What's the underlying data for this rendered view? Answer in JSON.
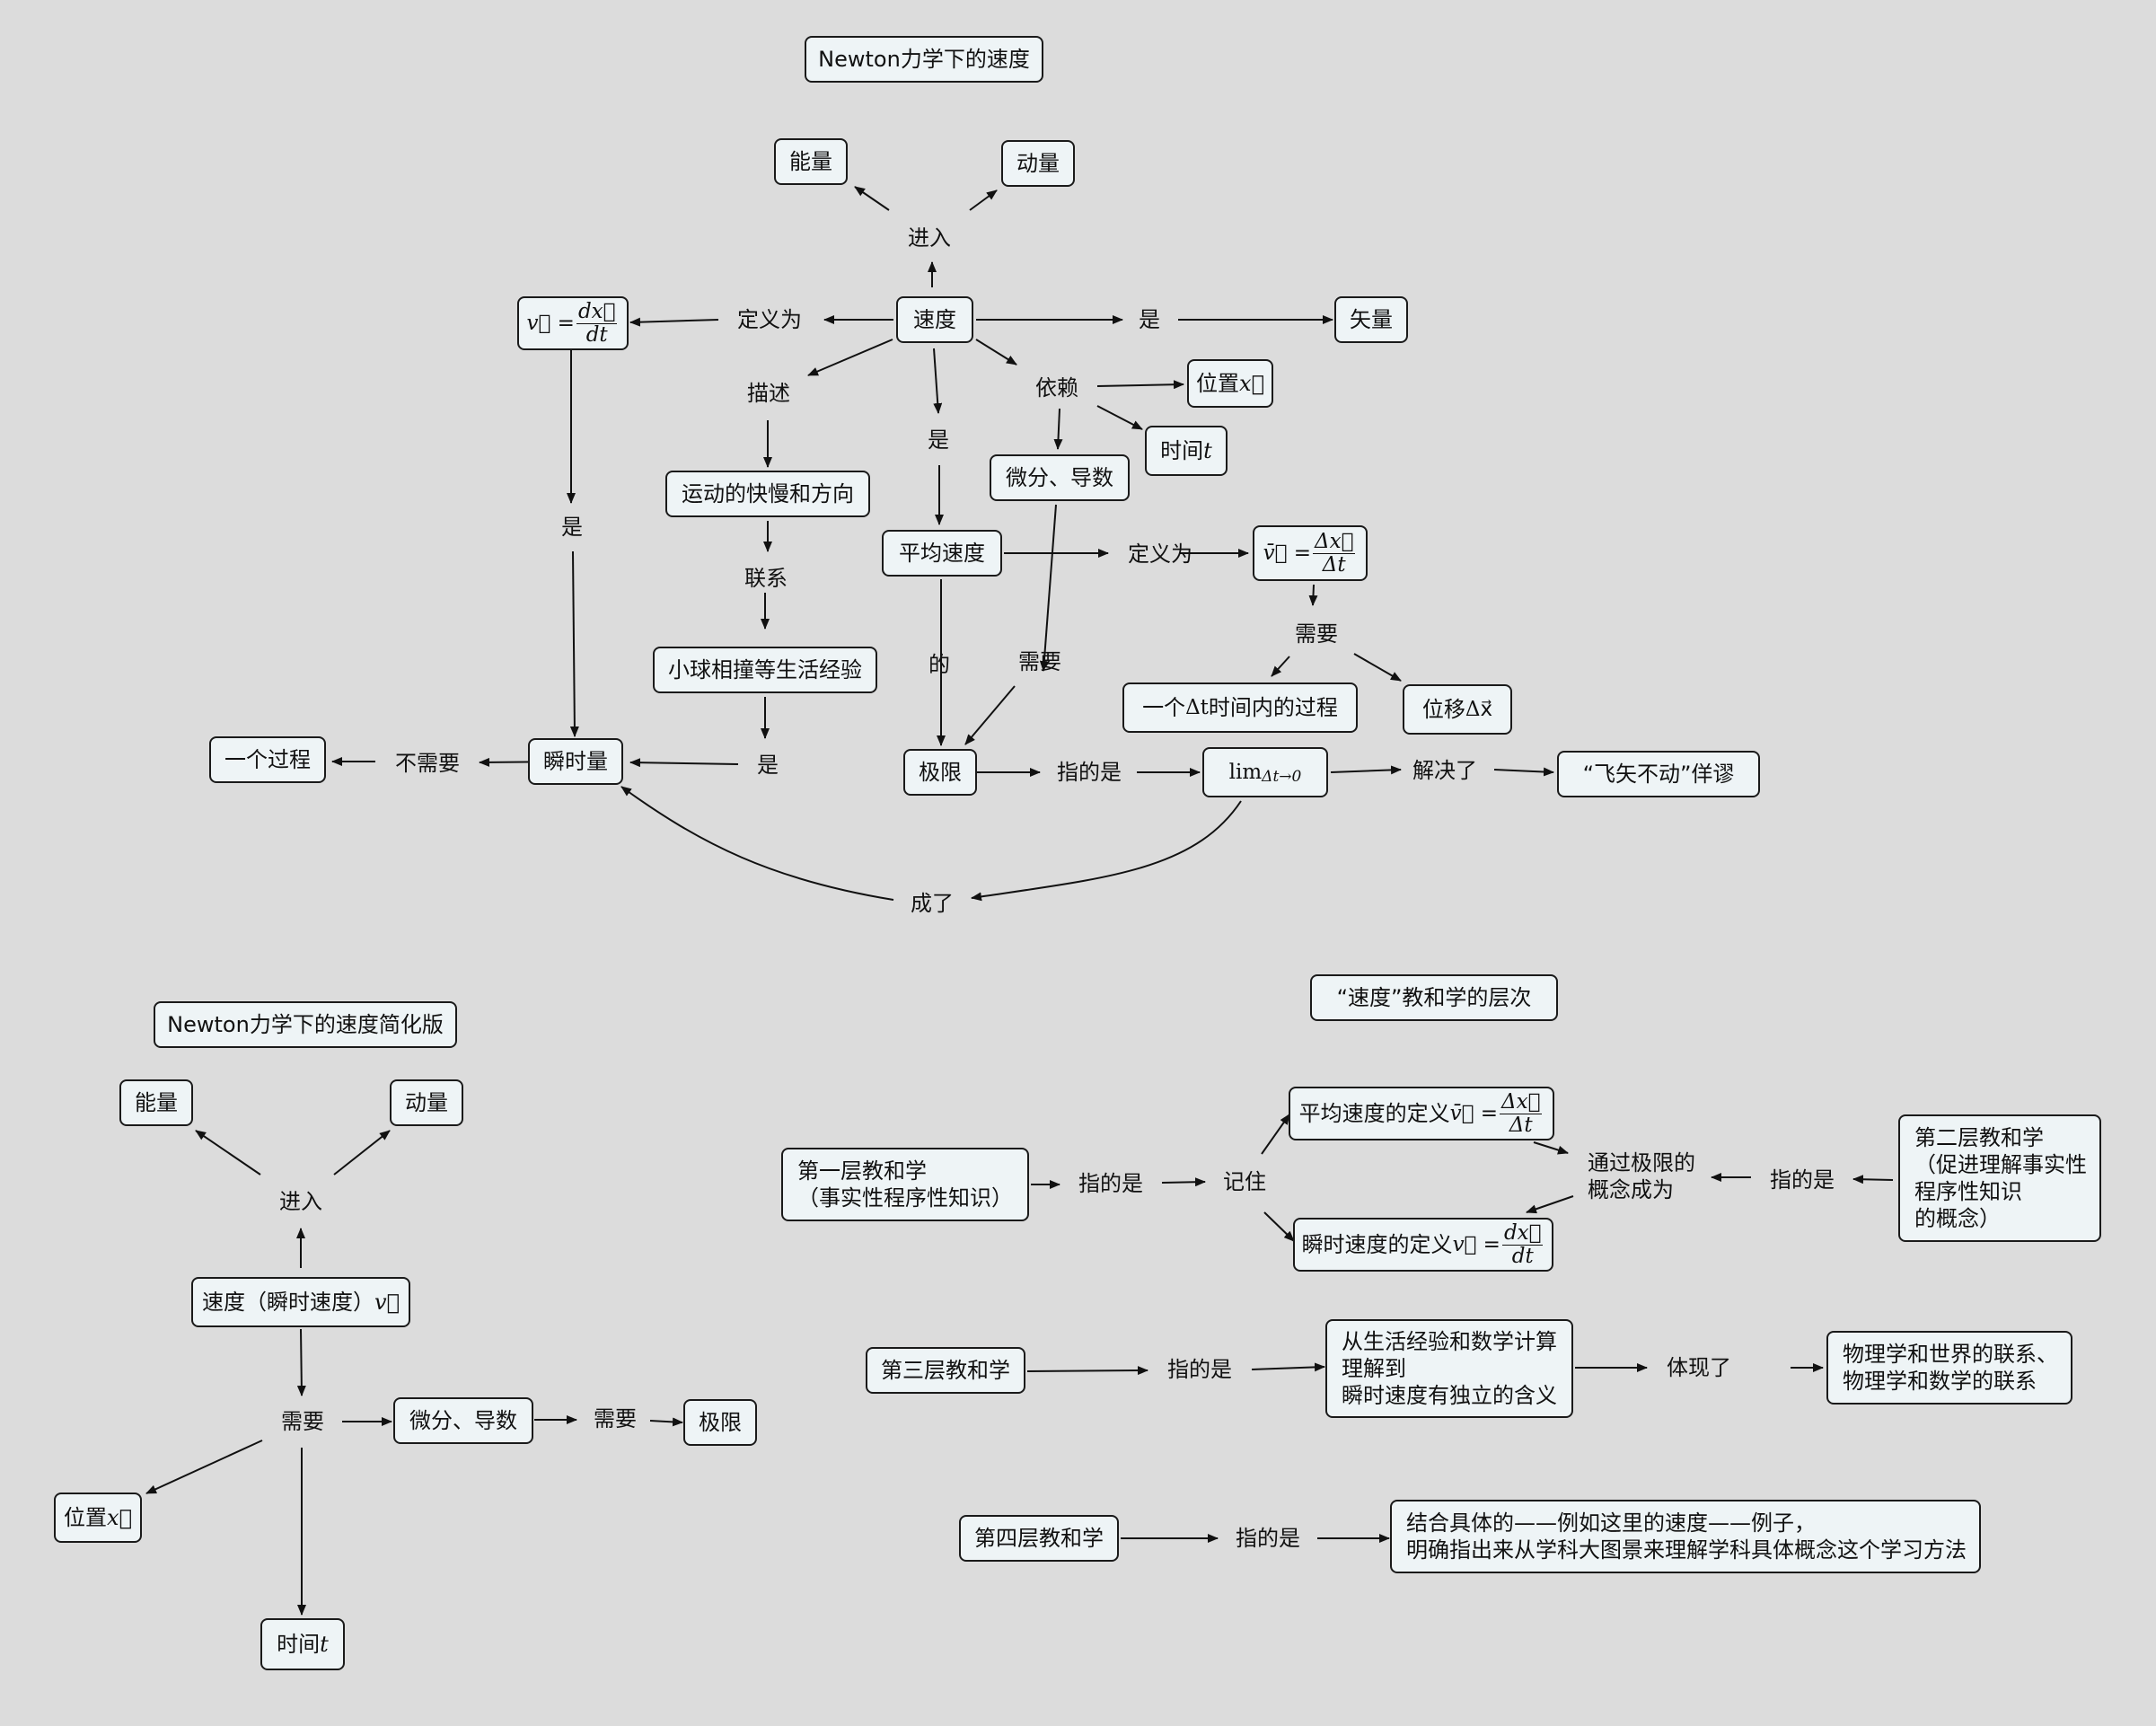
{
  "map1": {
    "title": "Newton力学下的速度",
    "nodes": {
      "energy": "能量",
      "momentum": "动量",
      "speed": "速度",
      "vector": "矢量",
      "position": "位置",
      "position_sym": "x⃗",
      "time": "时间",
      "time_sym": "t",
      "calculus": "微分、导数",
      "motion": "运动的快慢和方向",
      "ball": "小球相撞等生活经验",
      "avg_speed": "平均速度",
      "one_process": "一个",
      "one_process_sym": "Δt",
      "one_process_tail": "时间内的过程",
      "displacement": "位移",
      "displacement_sym": "Δx⃗",
      "instant": "瞬时量",
      "a_process": "一个过程",
      "limit": "极限",
      "lim_expr": "lim",
      "lim_sub": "Δt→0",
      "paradox": "“飞矢不动”佯谬",
      "def_inst_lhs": "v⃗ =",
      "def_inst_num": "dx⃗",
      "def_inst_den": "dt",
      "def_avg_lhs": "v̄⃗ =",
      "def_avg_num": "Δx⃗",
      "def_avg_den": "Δt"
    },
    "labels": {
      "enter": "进入",
      "defined_as_left": "定义为",
      "is_right": "是",
      "describe": "描述",
      "is_mid": "是",
      "depends": "依赖",
      "connect": "联系",
      "is_left": "是",
      "is_ball": "是",
      "defined_as_avg": "定义为",
      "need_avg": "需要",
      "of": "的",
      "need_calc": "需要",
      "not_need": "不需要",
      "refers": "指的是",
      "solves": "解决了",
      "became": "成了"
    }
  },
  "map2": {
    "title": "Newton力学下的速度简化版",
    "nodes": {
      "energy": "能量",
      "momentum": "动量",
      "speed": "速度（瞬时速度）",
      "speed_sym": "v⃗",
      "calculus": "微分、导数",
      "limit": "极限",
      "position": "位置",
      "position_sym": "x⃗",
      "time": "时间",
      "time_sym": "t"
    },
    "labels": {
      "enter": "进入",
      "need": "需要",
      "need2": "需要"
    }
  },
  "map3": {
    "title": "“速度”教和学的层次",
    "nodes": {
      "level1": "第一层教和学\n（事实性程序性知识）",
      "avg_def": "平均速度的定义",
      "inst_def": "瞬时速度的定义",
      "level2": "第二层教和学\n（促进理解事实性\n程序性知识\n的概念）",
      "level3": "第三层教和学",
      "understand": "从生活经验和数学计算\n理解到\n瞬时速度有独立的含义",
      "relation": "物理学和世界的联系、\n物理学和数学的联系",
      "level4": "第四层教和学",
      "combine": "结合具体的——例如这里的速度——例子，\n明确指出来从学科大图景来理解学科具体概念这个学习方法"
    },
    "labels": {
      "refers1": "指的是",
      "remember": "记住",
      "via_limit": "通过极限的\n概念成为",
      "refers2": "指的是",
      "refers3": "指的是",
      "embodies": "体现了",
      "refers4": "指的是"
    }
  }
}
